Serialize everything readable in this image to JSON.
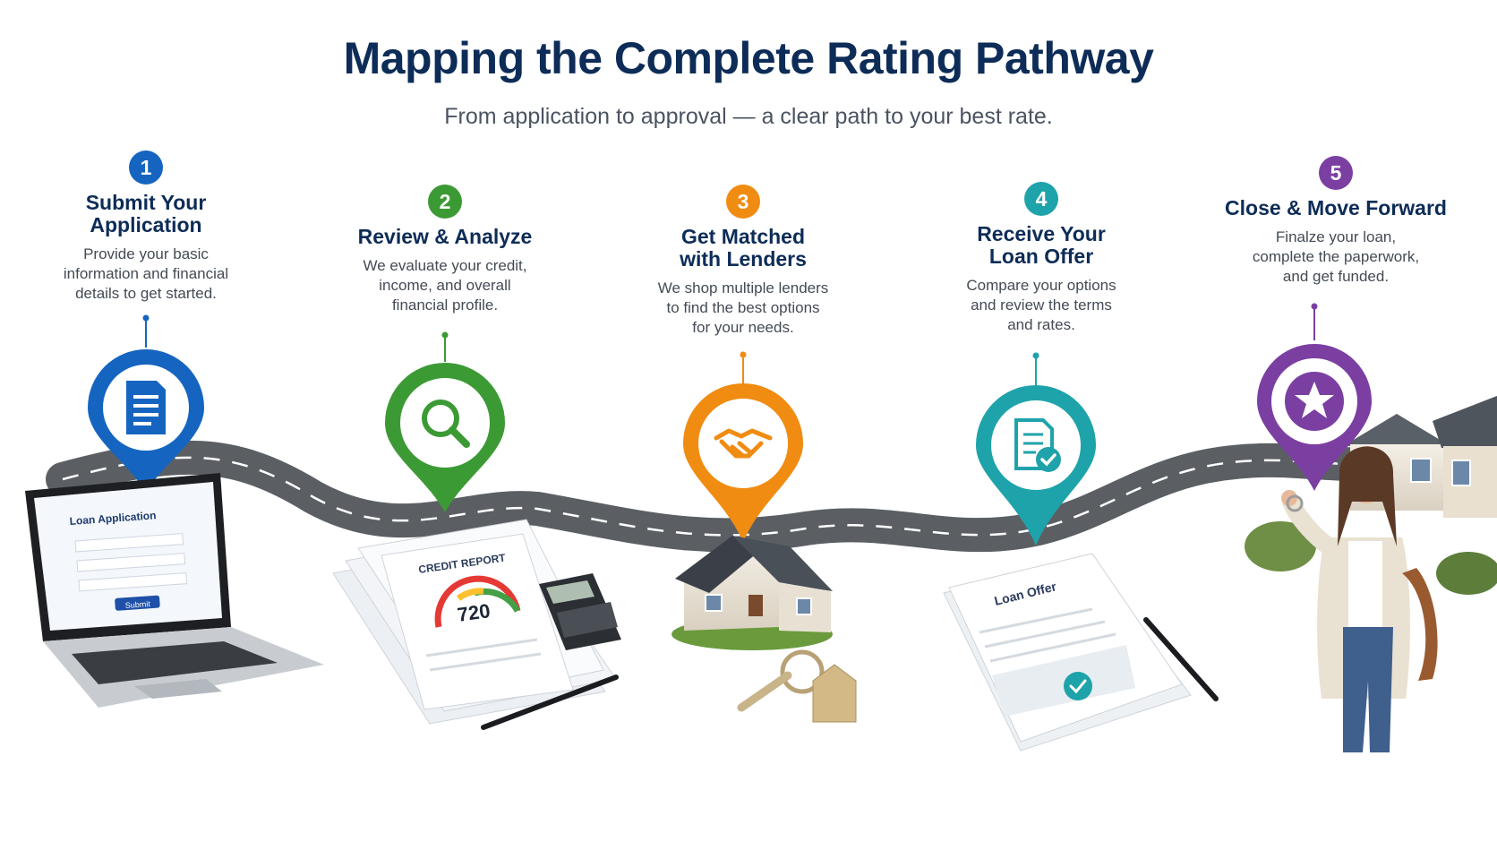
{
  "header": {
    "title": "Mapping the Complete Rating Pathway",
    "subtitle": "From application to approval — a clear path to your best rate."
  },
  "steps": [
    {
      "number": "1",
      "title": "Submit Your\nApplication",
      "description": "Provide your basic\ninformation and financial\ndetails to get started.",
      "color": "#1565c0",
      "icon": "document-icon"
    },
    {
      "number": "2",
      "title": "Review & Analyze",
      "description": "We evaluate your credit,\nincome, and overall\nfinancial profile.",
      "color": "#3c9a35",
      "icon": "magnifier-icon"
    },
    {
      "number": "3",
      "title": "Get Matched\nwith Lenders",
      "description": "We shop multiple lenders\nto find the best options\nfor your needs.",
      "color": "#f08c12",
      "icon": "handshake-icon"
    },
    {
      "number": "4",
      "title": "Receive Your\nLoan Offer",
      "description": "Compare your options\nand review the terms\nand rates.",
      "color": "#1fa3aa",
      "icon": "approved-document-icon"
    },
    {
      "number": "5",
      "title": "Close & Move Forward",
      "description": "Finalze your loan,\ncomplete the paperwork,\nand get funded.",
      "color": "#7b3fa2",
      "icon": "star-icon"
    }
  ],
  "illustrations": {
    "laptop_title": "Loan Application",
    "laptop_button": "Submit",
    "credit_report_title": "CREDIT REPORT",
    "credit_score": "720",
    "loan_offer_title": "Loan Offer"
  }
}
